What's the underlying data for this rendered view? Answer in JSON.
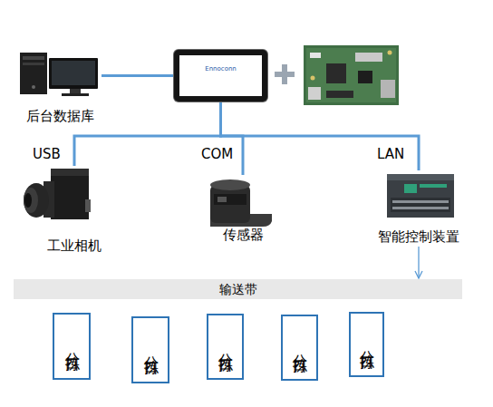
{
  "diagram": {
    "nodes": [
      {
        "text": [
          "后台数据库"
        ]
      },
      {
        "text": [
          "Ennoconn"
        ]
      },
      {
        "text": [
          "工业相机"
        ]
      },
      {
        "text": [
          "传感器"
        ]
      },
      {
        "text": [
          "智能控制装置"
        ]
      },
      {
        "text": [
          "输送带"
        ]
      },
      {
        "text": [
          "分拣口"
        ]
      },
      {
        "text": [
          "分拣口"
        ]
      },
      {
        "text": [
          "分拣口"
        ]
      },
      {
        "text": [
          "分拣口"
        ]
      },
      {
        "text": [
          "分拣口"
        ]
      }
    ],
    "edges": [
      {
        "from": 0,
        "to": 1,
        "arrow": "none"
      },
      {
        "from": 1,
        "to": 2,
        "arrow": "none",
        "label": "USB"
      },
      {
        "from": 1,
        "to": 3,
        "arrow": "none",
        "label": "COM"
      },
      {
        "from": 1,
        "to": 4,
        "arrow": "none",
        "label": "LAN"
      },
      {
        "from": 4,
        "to": 5,
        "arrow": "to"
      }
    ]
  }
}
